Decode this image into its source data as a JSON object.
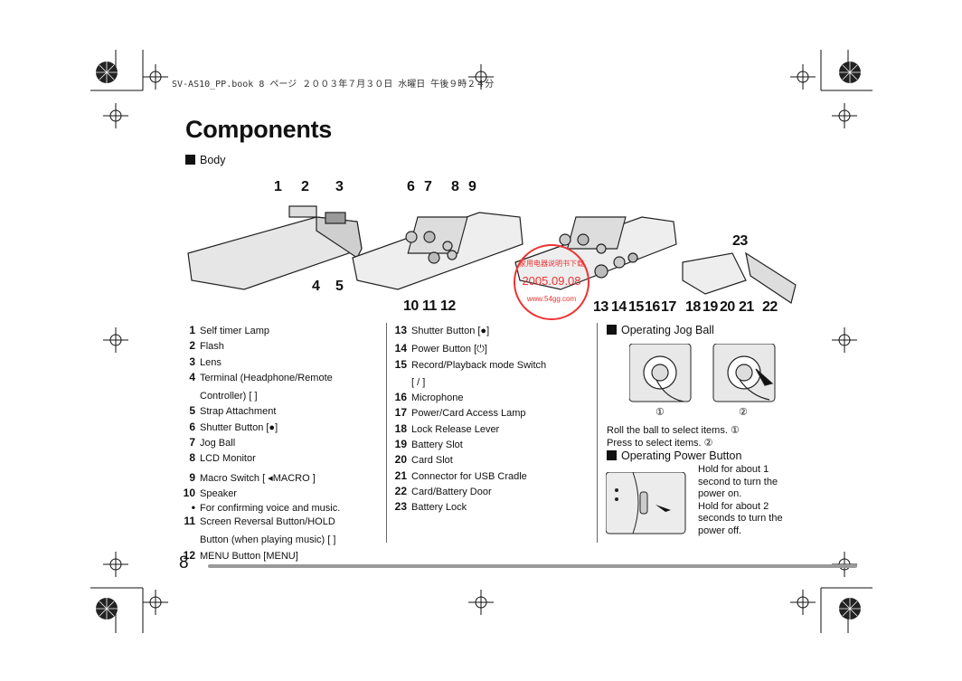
{
  "header": "SV-AS10_PP.book  8 ページ  ２００３年７月３０日  水曜日  午後９時２４分",
  "title": "Components",
  "body_label": "Body",
  "page_number": "8",
  "callouts": {
    "top": [
      "1",
      "2",
      "3",
      "6",
      "7",
      "8",
      "9"
    ],
    "bottom": [
      "4",
      "5",
      "10",
      "11",
      "12",
      "13",
      "14",
      "15",
      "16",
      "17",
      "18",
      "19",
      "20",
      "21",
      "22"
    ],
    "c23": "23"
  },
  "stamp": {
    "line1": "家用电器说明书下载",
    "line2": "2005.09.08",
    "line3": "www.54gg.com"
  },
  "list_col1": [
    {
      "n": "1",
      "t": "Self timer Lamp"
    },
    {
      "n": "2",
      "t": "Flash"
    },
    {
      "n": "3",
      "t": "Lens"
    },
    {
      "n": "4",
      "t": "Terminal (Headphone/Remote"
    },
    {
      "n": "",
      "t": "Controller) [ ]"
    },
    {
      "n": "5",
      "t": "Strap Attachment"
    },
    {
      "n": "6",
      "t": "Shutter Button [●]"
    },
    {
      "n": "7",
      "t": "Jog Ball"
    },
    {
      "n": "8",
      "t": "LCD Monitor"
    },
    {
      "n": "9",
      "t": "Macro Switch [ ◂MACRO ]"
    },
    {
      "n": "10",
      "t": "Speaker"
    },
    {
      "n": "•",
      "t": "For confirming voice and music."
    },
    {
      "n": "11",
      "t": "Screen Reversal Button/HOLD"
    },
    {
      "n": "",
      "t": "Button (when playing music) [ ]"
    },
    {
      "n": "12",
      "t": "MENU Button [MENU]"
    }
  ],
  "list_col2": [
    {
      "n": "13",
      "t": "Shutter Button [●]"
    },
    {
      "n": "14",
      "t": "Power Button [⏻]"
    },
    {
      "n": "15",
      "t": "Record/Playback mode Switch"
    },
    {
      "n": "",
      "t": "[ / ]"
    },
    {
      "n": "16",
      "t": "Microphone"
    },
    {
      "n": "17",
      "t": "Power/Card Access Lamp"
    },
    {
      "n": "18",
      "t": "Lock Release Lever"
    },
    {
      "n": "19",
      "t": "Battery Slot"
    },
    {
      "n": "20",
      "t": "Card Slot"
    },
    {
      "n": "21",
      "t": "Connector for USB Cradle"
    },
    {
      "n": "22",
      "t": "Card/Battery Door"
    },
    {
      "n": "23",
      "t": "Battery Lock"
    }
  ],
  "jog": {
    "heading": "Operating Jog Ball",
    "m1": "①",
    "m2": "②",
    "line1": "Roll the ball to select items. ①",
    "line2": "Press to select items. ②"
  },
  "power": {
    "heading": "Operating Power Button",
    "l1": "Hold for about 1",
    "l2": "second to turn the",
    "l3": "power on.",
    "l4": "Hold for about 2",
    "l5": "seconds to turn the",
    "l6": "power off."
  }
}
